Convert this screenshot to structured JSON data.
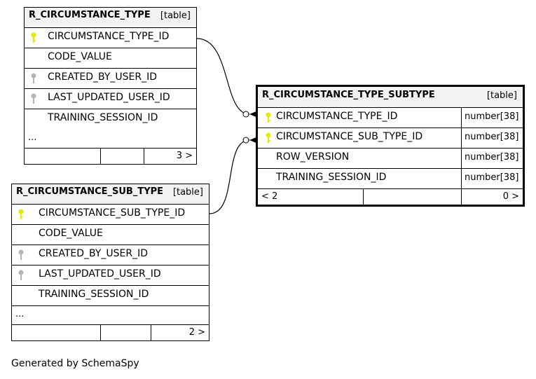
{
  "tables": [
    {
      "name": "R_CIRCUMSTANCE_TYPE",
      "kind": "[table]",
      "columns": [
        {
          "name": "CIRCUMSTANCE_TYPE_ID",
          "key": "primary"
        },
        {
          "name": "CODE_VALUE",
          "key": "none"
        },
        {
          "name": "CREATED_BY_USER_ID",
          "key": "foreign"
        },
        {
          "name": "LAST_UPDATED_USER_ID",
          "key": "foreign"
        },
        {
          "name": "TRAINING_SESSION_ID",
          "key": "none"
        }
      ],
      "ellipsis": "...",
      "footer_right": "3 >"
    },
    {
      "name": "R_CIRCUMSTANCE_SUB_TYPE",
      "kind": "[table]",
      "columns": [
        {
          "name": "CIRCUMSTANCE_SUB_TYPE_ID",
          "key": "primary"
        },
        {
          "name": "CODE_VALUE",
          "key": "none"
        },
        {
          "name": "CREATED_BY_USER_ID",
          "key": "foreign"
        },
        {
          "name": "LAST_UPDATED_USER_ID",
          "key": "foreign"
        },
        {
          "name": "TRAINING_SESSION_ID",
          "key": "none"
        }
      ],
      "ellipsis": "...",
      "footer_right": "2 >"
    },
    {
      "name": "R_CIRCUMSTANCE_TYPE_SUBTYPE",
      "kind": "[table]",
      "columns": [
        {
          "name": "CIRCUMSTANCE_TYPE_ID",
          "type": "number[38]",
          "key": "primary"
        },
        {
          "name": "CIRCUMSTANCE_SUB_TYPE_ID",
          "type": "number[38]",
          "key": "primary"
        },
        {
          "name": "ROW_VERSION",
          "type": "number[38]",
          "key": "none"
        },
        {
          "name": "TRAINING_SESSION_ID",
          "type": "number[38]",
          "key": "none"
        }
      ],
      "footer_left": "< 2",
      "footer_right": "0 >"
    }
  ],
  "caption": "Generated by SchemaSpy",
  "colors": {
    "primary_key": "#e8e800",
    "foreign_key": "#b4b4b4",
    "header_bg": "#f2f2f2"
  }
}
